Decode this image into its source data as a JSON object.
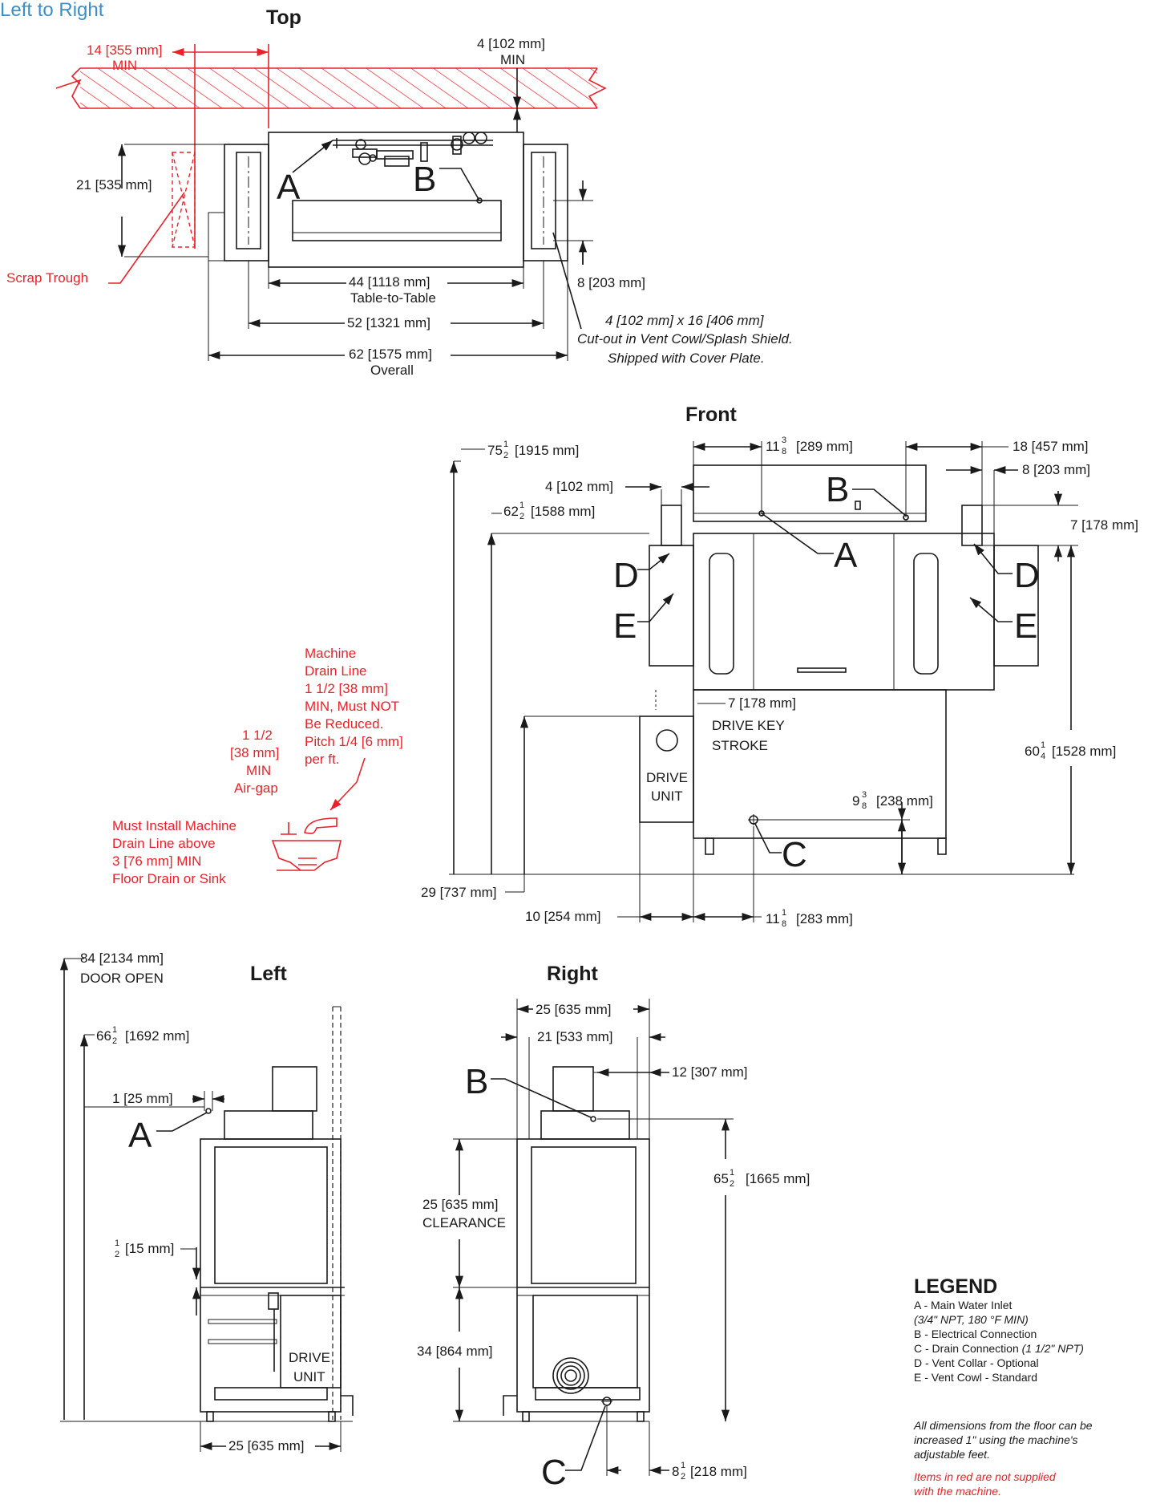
{
  "corner_label": "Left to Right",
  "views": {
    "top": "Top",
    "front": "Front",
    "left": "Left",
    "right": "Right"
  },
  "callouts": {
    "a": "A",
    "b": "B",
    "c": "C",
    "d": "D",
    "e": "E"
  },
  "top": {
    "min_355": "14 [355 mm]",
    "min_word": "MIN",
    "clear_102": "4 [102 mm]",
    "clear_102_min": "MIN",
    "depth_535": "21 [535 mm]",
    "scrap": "Scrap Trough",
    "d_203": "8 [203 mm]",
    "w_1118": "44 [1118 mm]",
    "w_1118_sub": "Table-to-Table",
    "w_1321": "52 [1321 mm]",
    "w_1575": "62 [1575 mm]",
    "w_1575_sub": "Overall",
    "cutout_1": "4 [102 mm] x 16 [406 mm]",
    "cutout_2": "Cut-out in Vent Cowl/Splash Shield.",
    "cutout_3": "Shipped with Cover Plate."
  },
  "front": {
    "h_1915_int": "75",
    "h_1915_rest": "[1915 mm]",
    "h_1588_int": "62",
    "h_1588_rest": "[1588 mm]",
    "d_102": "4 [102 mm]",
    "d_289_int": "11",
    "d_289_frac_n": "3",
    "d_289_frac_d": "8",
    "d_289_rest": "[289 mm]",
    "d_457": "18 [457 mm]",
    "d_203": "8 [203 mm]",
    "d_178": "7 [178 mm]",
    "stroke_1": "7 [178 mm]",
    "stroke_2": "DRIVE KEY",
    "stroke_3": "STROKE",
    "drive_1": "DRIVE",
    "drive_2": "UNIT",
    "d_238_int": "9",
    "d_238_frac_n": "3",
    "d_238_frac_d": "8",
    "d_238_rest": "[238 mm]",
    "h_1528_int": "60",
    "h_1528_frac_n": "1",
    "h_1528_frac_d": "4",
    "h_1528_rest": "[1528 mm]",
    "h_737": "29 [737 mm]",
    "w_254": "10 [254 mm]",
    "w_283_int": "11",
    "w_283_frac_n": "1",
    "w_283_frac_d": "8",
    "w_283_rest": "[283 mm]",
    "half_n": "1",
    "half_d": "2"
  },
  "drain": {
    "line1": "Machine",
    "line2": "Drain Line",
    "line3": "1 1/2 [38 mm]",
    "line4": "MIN, Must NOT",
    "line5": "Be Reduced.",
    "line6": "Pitch 1/4 [6 mm]",
    "line7": "per ft.",
    "gap1": "1 1/2",
    "gap2": "[38 mm]",
    "gap3": "MIN",
    "gap4": "Air-gap",
    "inst1": "Must Install Machine",
    "inst2": "Drain Line above",
    "inst3": "3 [76 mm] MIN",
    "inst4": "Floor Drain or Sink"
  },
  "left": {
    "h_2134": "84 [2134 mm]",
    "door_open": "DOOR OPEN",
    "h_1692_int": "66",
    "h_1692_rest": "[1692 mm]",
    "d_25": "1 [25 mm]",
    "d_15_rest": "[15 mm]",
    "drive_1": "DRIVE",
    "drive_2": "UNIT",
    "w_635": "25 [635 mm]"
  },
  "right": {
    "w_635": "25 [635 mm]",
    "w_533": "21 [533 mm]",
    "d_307": "12 [307 mm]",
    "h_1665_int": "65",
    "h_1665_rest": "[1665 mm]",
    "clear_1": "25 [635 mm]",
    "clear_2": "CLEARANCE",
    "h_864": "34 [864 mm]",
    "d_218_int": "8",
    "d_218_rest": "[218 mm]"
  },
  "legend": {
    "title": "LEGEND",
    "a": "A - Main Water Inlet",
    "a_note": "(3/4\" NPT, 180 °F MIN)",
    "b": "B - Electrical Connection",
    "c_main": "C - Drain Connection ",
    "c_note": "(1 1/2\" NPT)",
    "d": "D - Vent Collar - Optional",
    "e": "E - Vent Cowl - Standard",
    "note1": "All dimensions from the floor can be",
    "note2": "increased 1\" using the machine's",
    "note3": "adjustable feet.",
    "red1": "Items in red are not supplied",
    "red2": "with the machine."
  }
}
